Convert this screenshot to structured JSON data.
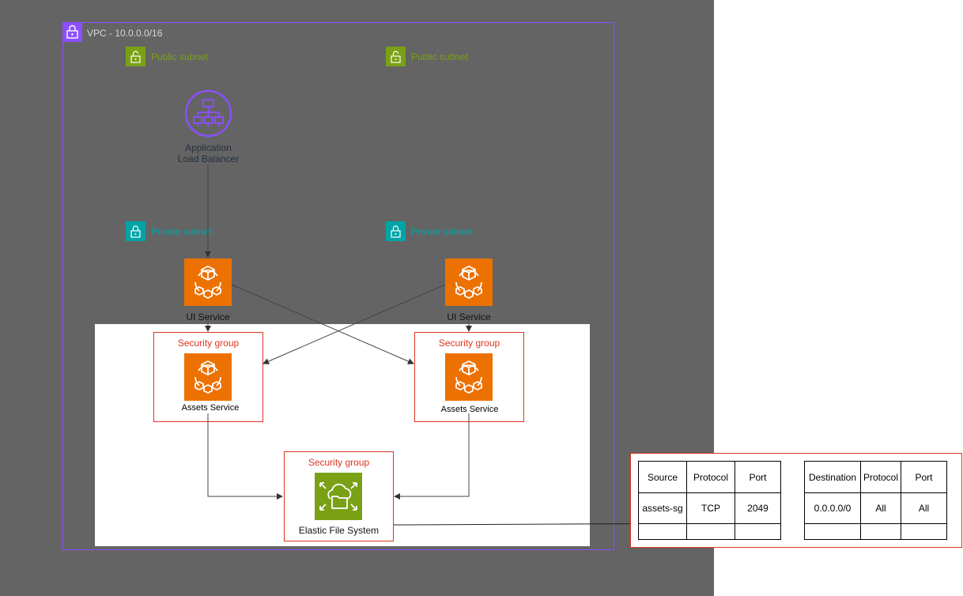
{
  "vpc": {
    "label": "VPC - 10.0.0.0/16"
  },
  "subnets": {
    "public_left": "Public subnet",
    "public_right": "Public subnet",
    "private_left": "Private subnet",
    "private_right": "Private subnet"
  },
  "alb": {
    "line1": "Application",
    "line2": "Load Balancer"
  },
  "ui_services": {
    "left": "UI Service",
    "right": "UI Service"
  },
  "security_groups": {
    "left": "Security group",
    "right": "Security group",
    "efs": "Security group"
  },
  "assets_services": {
    "left": "Assets Service",
    "right": "Assets Service"
  },
  "efs": {
    "label": "Elastic File System"
  },
  "inbound_rules": {
    "headers": [
      "Source",
      "Protocol",
      "Port"
    ],
    "rows": [
      [
        "assets-sg",
        "TCP",
        "2049"
      ],
      [
        "",
        "",
        ""
      ]
    ]
  },
  "outbound_rules": {
    "headers": [
      "Destination",
      "Protocol",
      "Port"
    ],
    "rows": [
      [
        "0.0.0.0/0",
        "All",
        "All"
      ],
      [
        "",
        "",
        ""
      ]
    ]
  },
  "colors": {
    "canvas": "#646464",
    "vpc_border": "#8c4fff",
    "public_subnet": "#7aa116",
    "private_subnet": "#00a4a6",
    "ecs_orange": "#ed7100",
    "efs_green": "#7aa116",
    "security_group": "#dd3522"
  },
  "icons": {
    "vpc": "vpc-lock-icon",
    "subnet": "padlock-icon",
    "alb": "load-balancer-icon",
    "ecs": "ecs-service-icon",
    "efs": "efs-icon"
  }
}
